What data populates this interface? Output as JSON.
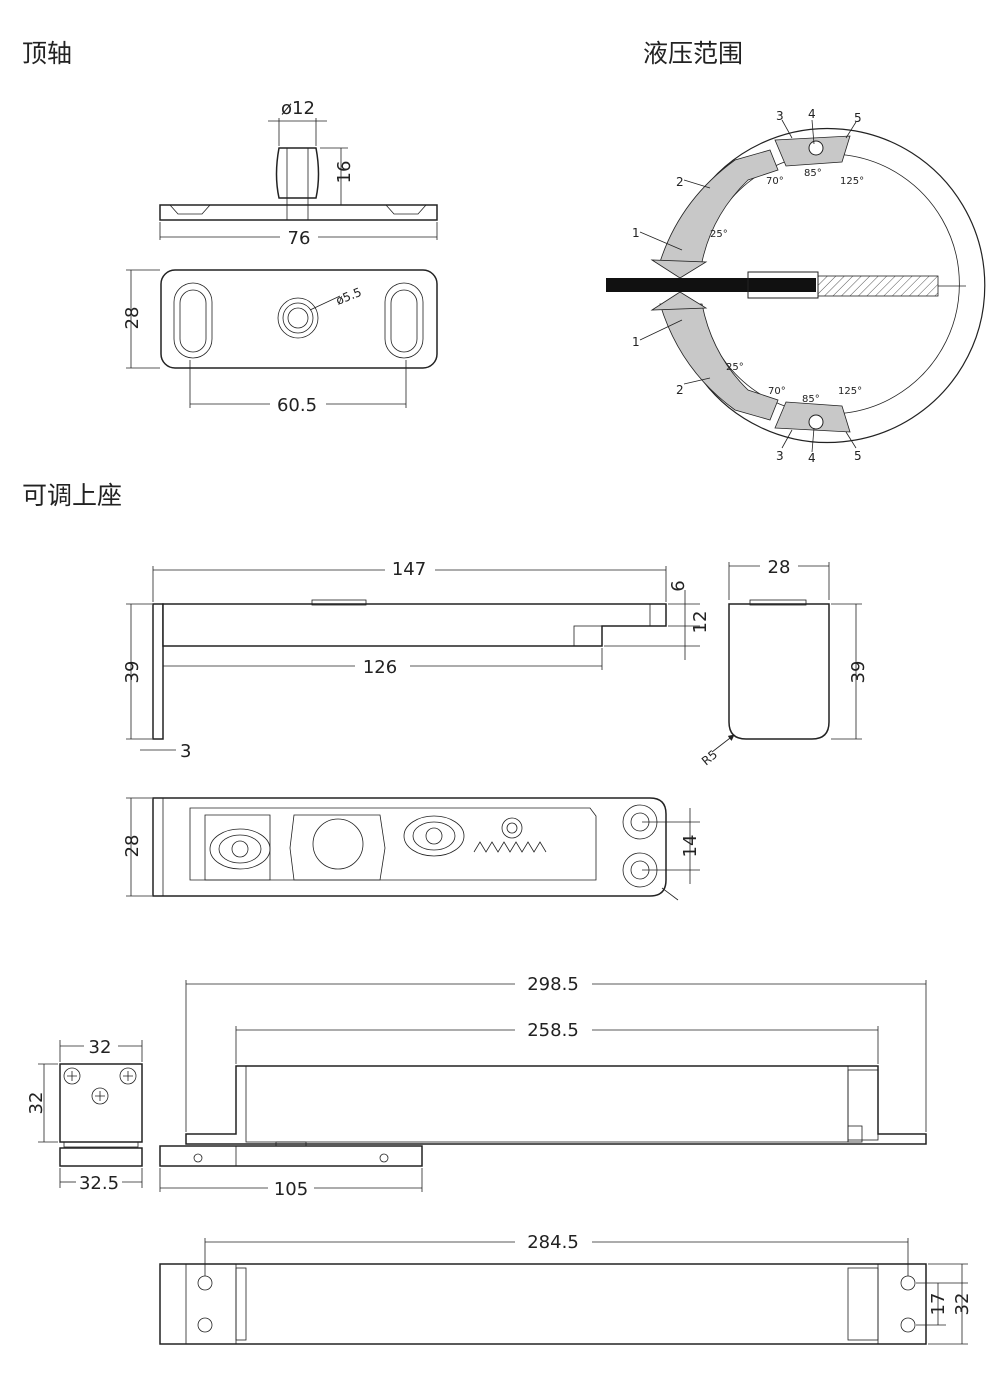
{
  "sections": {
    "top_pivot": "顶轴",
    "hydraulic_range": "液压范围",
    "adjustable_top_seat": "可调上座"
  },
  "dims": {
    "d12": "ø12",
    "h16": "16",
    "w76": "76",
    "h28a": "28",
    "d55": "ø5.5",
    "w605": "60.5",
    "w147": "147",
    "h6": "6",
    "h12": "12",
    "h39a": "39",
    "w126": "126",
    "t3": "3",
    "w28": "28",
    "h39b": "39",
    "r5": "R5",
    "h28b": "28",
    "h14": "14",
    "w2985": "298.5",
    "w2585": "258.5",
    "w32": "32",
    "h32a": "32",
    "w325": "32.5",
    "w105": "105",
    "w2845": "284.5",
    "h17": "17",
    "h32b": "32"
  },
  "range": {
    "n1a": "1",
    "n2a": "2",
    "n3a": "3",
    "n4a": "4",
    "n5a": "5",
    "n1b": "1",
    "n2b": "2",
    "n3b": "3",
    "n4b": "4",
    "n5b": "5",
    "a25a": "25°",
    "a70a": "70°",
    "a85a": "85°",
    "a125a": "125°",
    "a25b": "25°",
    "a70b": "70°",
    "a85b": "85°",
    "a125b": "125°"
  },
  "colors": {
    "ink": "#222222",
    "zone": "#c8c8c8",
    "bar": "#111111"
  }
}
